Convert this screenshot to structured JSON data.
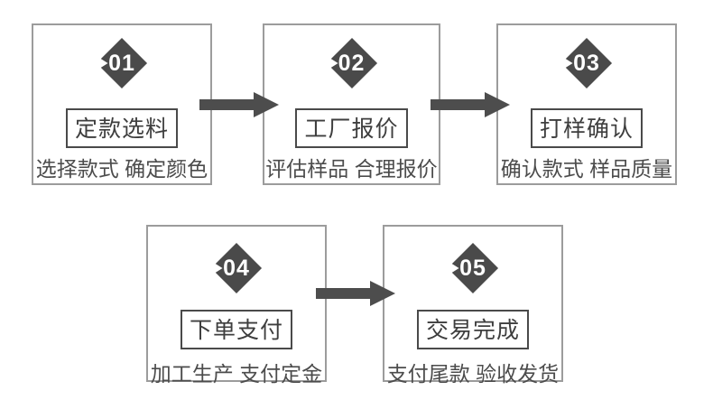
{
  "diagram": {
    "type": "process-flow",
    "background": "#ffffff",
    "steps": [
      {
        "number": "01",
        "title": "定款选料",
        "subtitle": "选择款式 确定颜色"
      },
      {
        "number": "02",
        "title": "工厂报价",
        "subtitle": "评估样品 合理报价"
      },
      {
        "number": "03",
        "title": "打样确认",
        "subtitle": "确认款式 样品质量"
      },
      {
        "number": "04",
        "title": "下单支付",
        "subtitle": "加工生产 支付定金"
      },
      {
        "number": "05",
        "title": "交易完成",
        "subtitle": "支付尾款 验收发货"
      }
    ],
    "connections": [
      {
        "from": "01",
        "to": "02"
      },
      {
        "from": "02",
        "to": "03"
      },
      {
        "from": "04",
        "to": "05"
      }
    ],
    "colors": {
      "box_border": "#9c9c9c",
      "title_border": "#4a4a4a",
      "title_text": "#3e3e3e",
      "subtitle_text": "#4c4c4c",
      "diamond_fill": "#4a4a4a",
      "diamond_number_text": "#ffffff",
      "arrow_fill": "#4d4d4d"
    },
    "icons": {
      "connector": "arrow-right-icon",
      "badge": "notched-diamond-badge"
    }
  }
}
